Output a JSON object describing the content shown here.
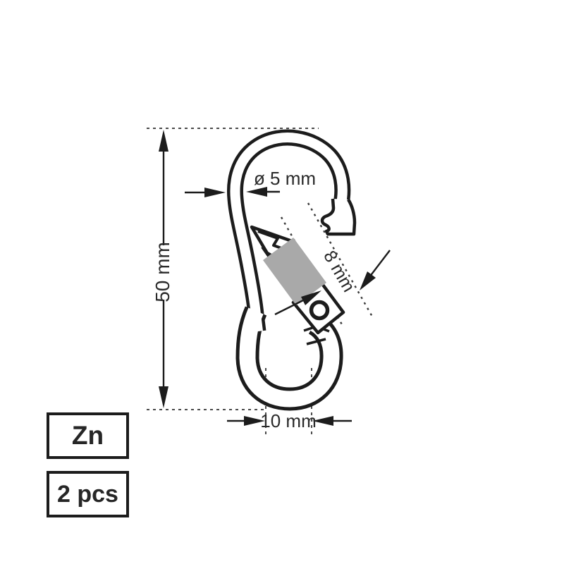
{
  "product_diagram": {
    "subject": "snap-hook-carabiner-technical-drawing",
    "dimensions": {
      "height": {
        "label": "50 mm"
      },
      "wire_diameter": {
        "label": "ø 5 mm"
      },
      "gate_width": {
        "label": "8 mm"
      },
      "eye_inner_width": {
        "label": "10 mm"
      }
    },
    "badges": {
      "material": {
        "label": "Zn"
      },
      "quantity": {
        "label": "2 pcs"
      }
    },
    "colors": {
      "line": "#1c1c1c",
      "sleeve_gray": "#a9a9a9",
      "background": "#ffffff",
      "text": "#2a2a2a"
    }
  }
}
